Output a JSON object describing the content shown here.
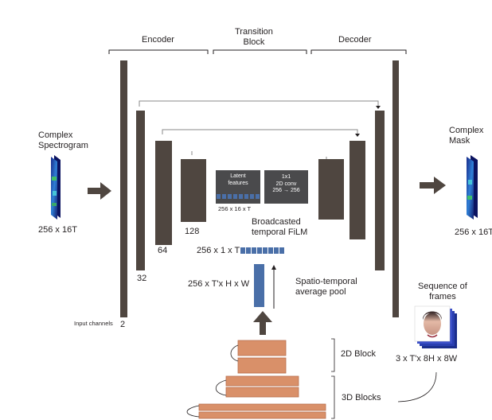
{
  "sections": {
    "encoder": "Encoder",
    "transition": "Transition\nBlock",
    "decoder": "Decoder"
  },
  "input": {
    "title": "Complex\nSpectrogram",
    "size": "256 x 16T",
    "channels_label": "Input channels",
    "channels_value": "2"
  },
  "output": {
    "title": "Complex\nMask",
    "size": "256 x 16T"
  },
  "encoder_channels": [
    "32",
    "64",
    "128"
  ],
  "transition": {
    "latent_box": "Latent\nfeatures",
    "latent_size": "256 x 16 x T",
    "conv_box": "1x1\n2D conv\n256 → 256",
    "film_label": "Broadcasted\ntemporal FiLM",
    "film_vector": "256 x 1 x T",
    "pool_input": "256 x T'x H x W",
    "pool_label": "Spatio-temporal\naverage pool"
  },
  "video": {
    "title": "Sequence of\nframes",
    "size": "3 x T'x 8H x 8W",
    "block_2d": "2D Block",
    "blocks_3d": "3D Blocks"
  },
  "colors": {
    "bar": "#4f4640",
    "arrow": "#4f4640",
    "feature_box": "#4a4a4c",
    "vector": "#4a6fa8",
    "block": "#d99069",
    "block_edge": "#b86e4c",
    "bracket": "#231f20",
    "line": "#8a8a8a"
  }
}
